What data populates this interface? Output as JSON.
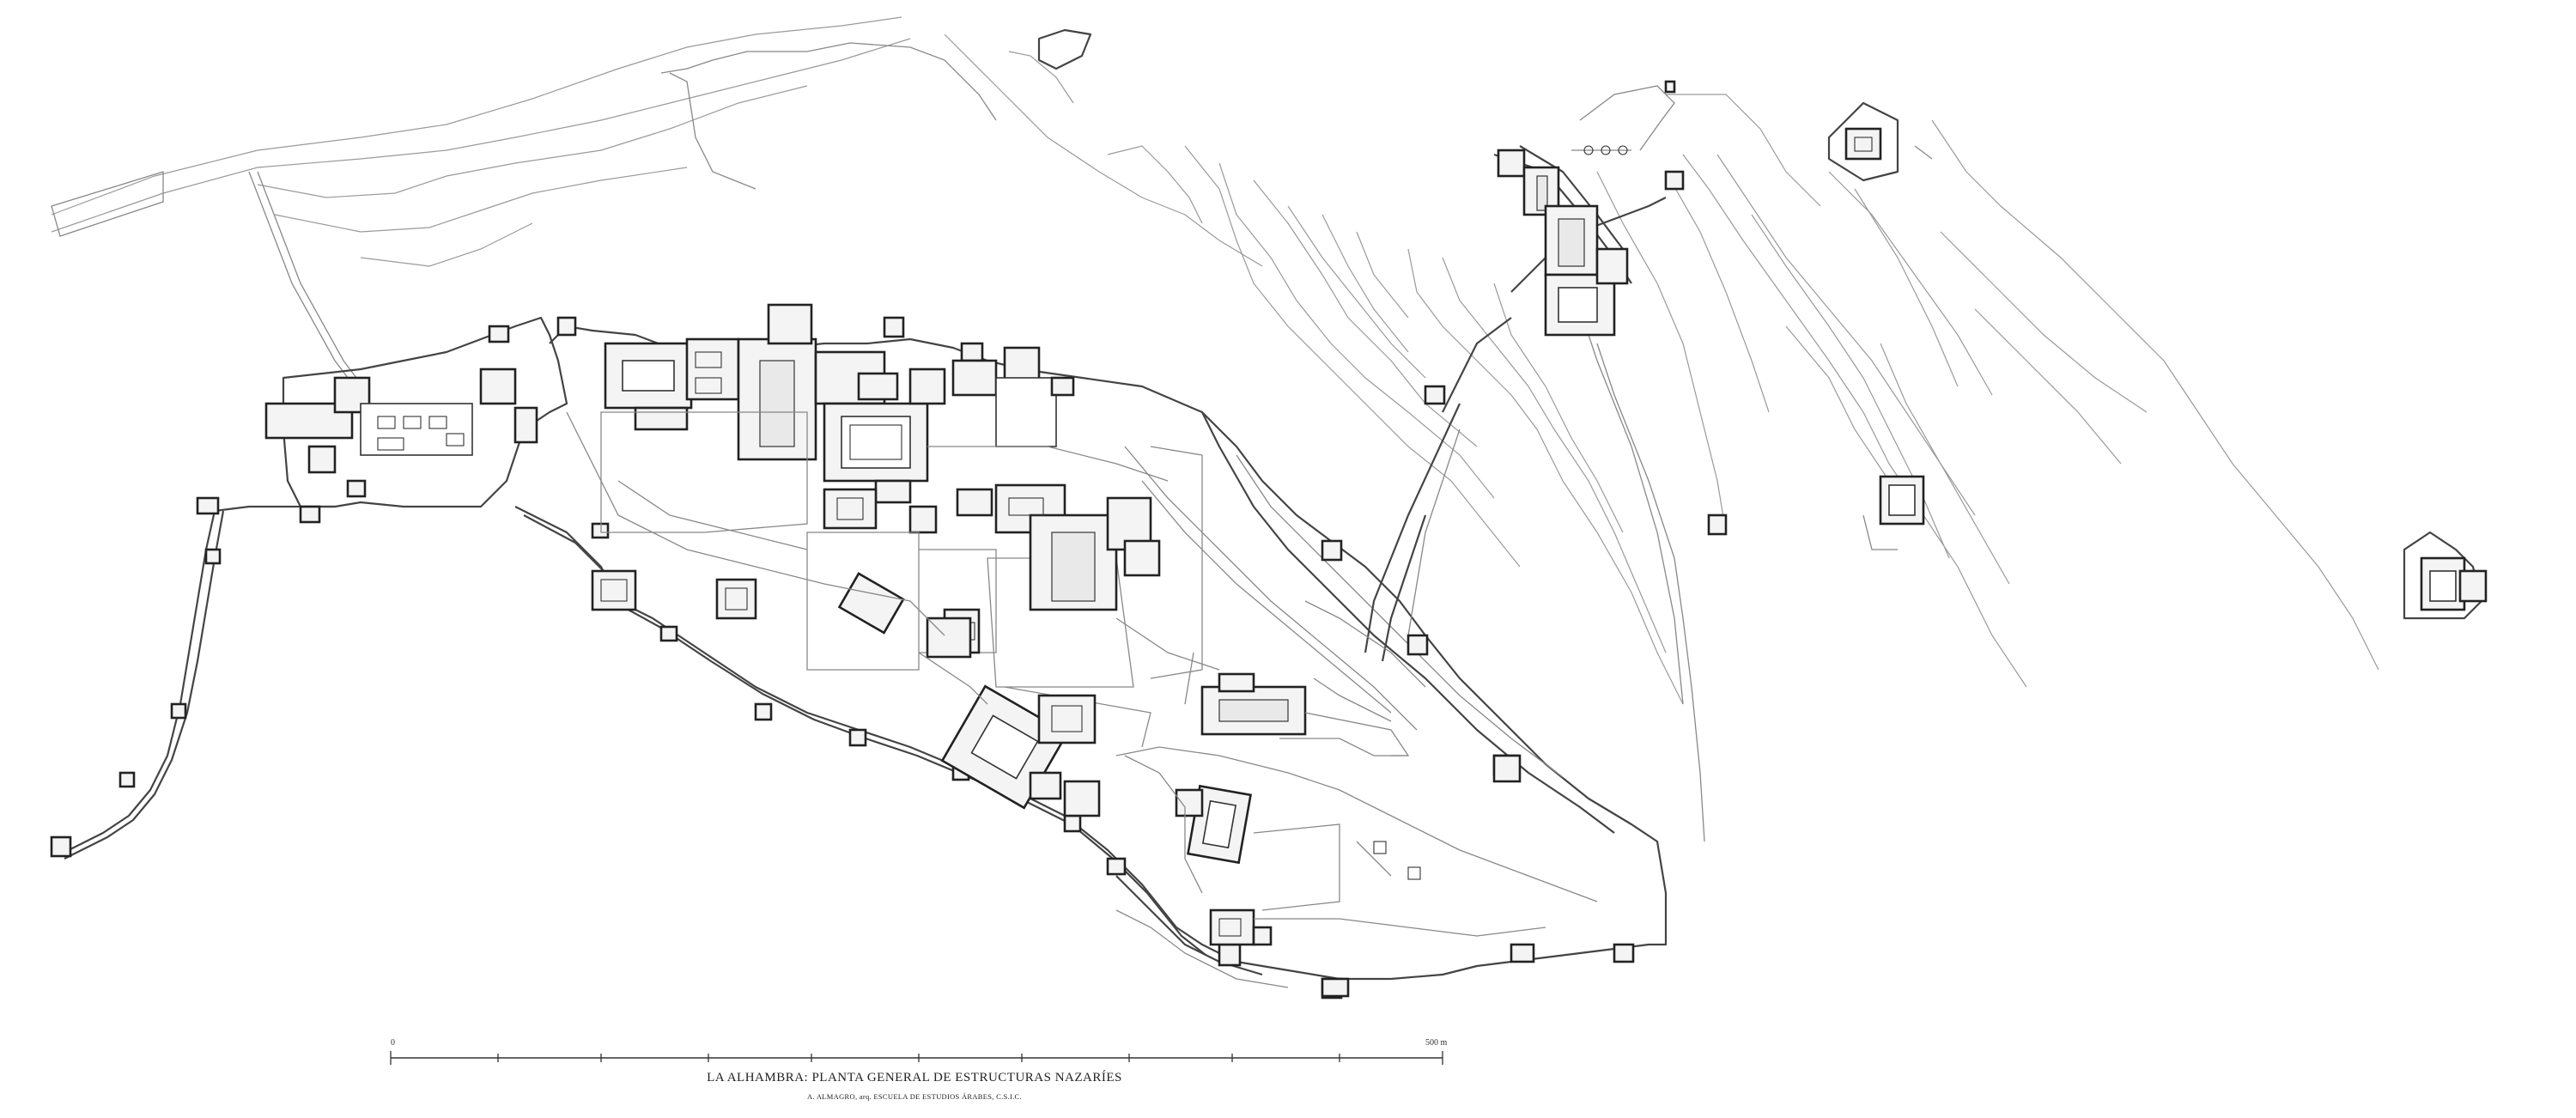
{
  "map": {
    "title": "LA ALHAMBRA:  PLANTA GENERAL DE ESTRUCTURAS NAZARÍES",
    "credit": "A. ALMAGRO, arq. ESCUELA DE ESTUDIOS ÁRABES, C.S.I.C.",
    "scale_bar": {
      "start_label": "0",
      "end_label": "500 m"
    }
  }
}
